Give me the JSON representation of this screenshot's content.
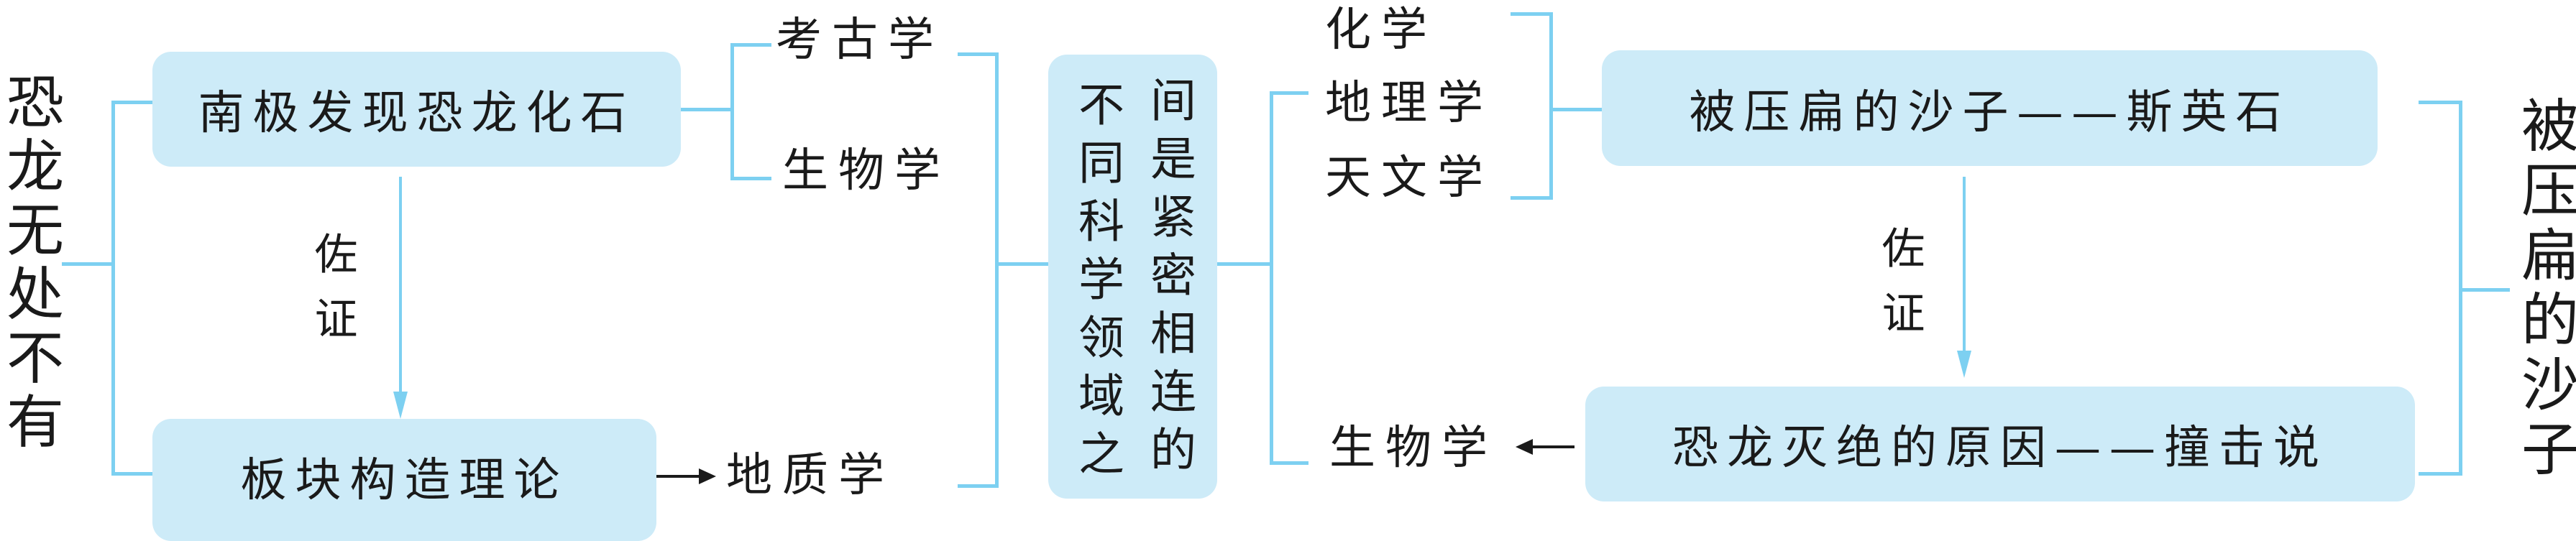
{
  "left_title": "恐龙无处不有",
  "right_title": "被压扁的沙子",
  "boxes": {
    "antarctic_fossil": "南极发现恐龙化石",
    "plate_tectonics": "板块构造理论",
    "center": {
      "left_column": "不同科学领域之",
      "right_column": "间是紧密相连的"
    },
    "quartz": "被压扁的沙子——斯英石",
    "extinction": "恐龙灭绝的原因——撞击说"
  },
  "labels": {
    "archaeology": "考古学",
    "biology_left": "生物学",
    "geology": "地质学",
    "chemistry": "化学",
    "geography": "地理学",
    "astronomy": "天文学",
    "biology_right": "生物学",
    "evidence_left": "佐证",
    "evidence_right": "佐证"
  },
  "colors": {
    "box_fill": "#cdebf8",
    "line": "#7dd0f1",
    "text": "#1a1a1a"
  }
}
